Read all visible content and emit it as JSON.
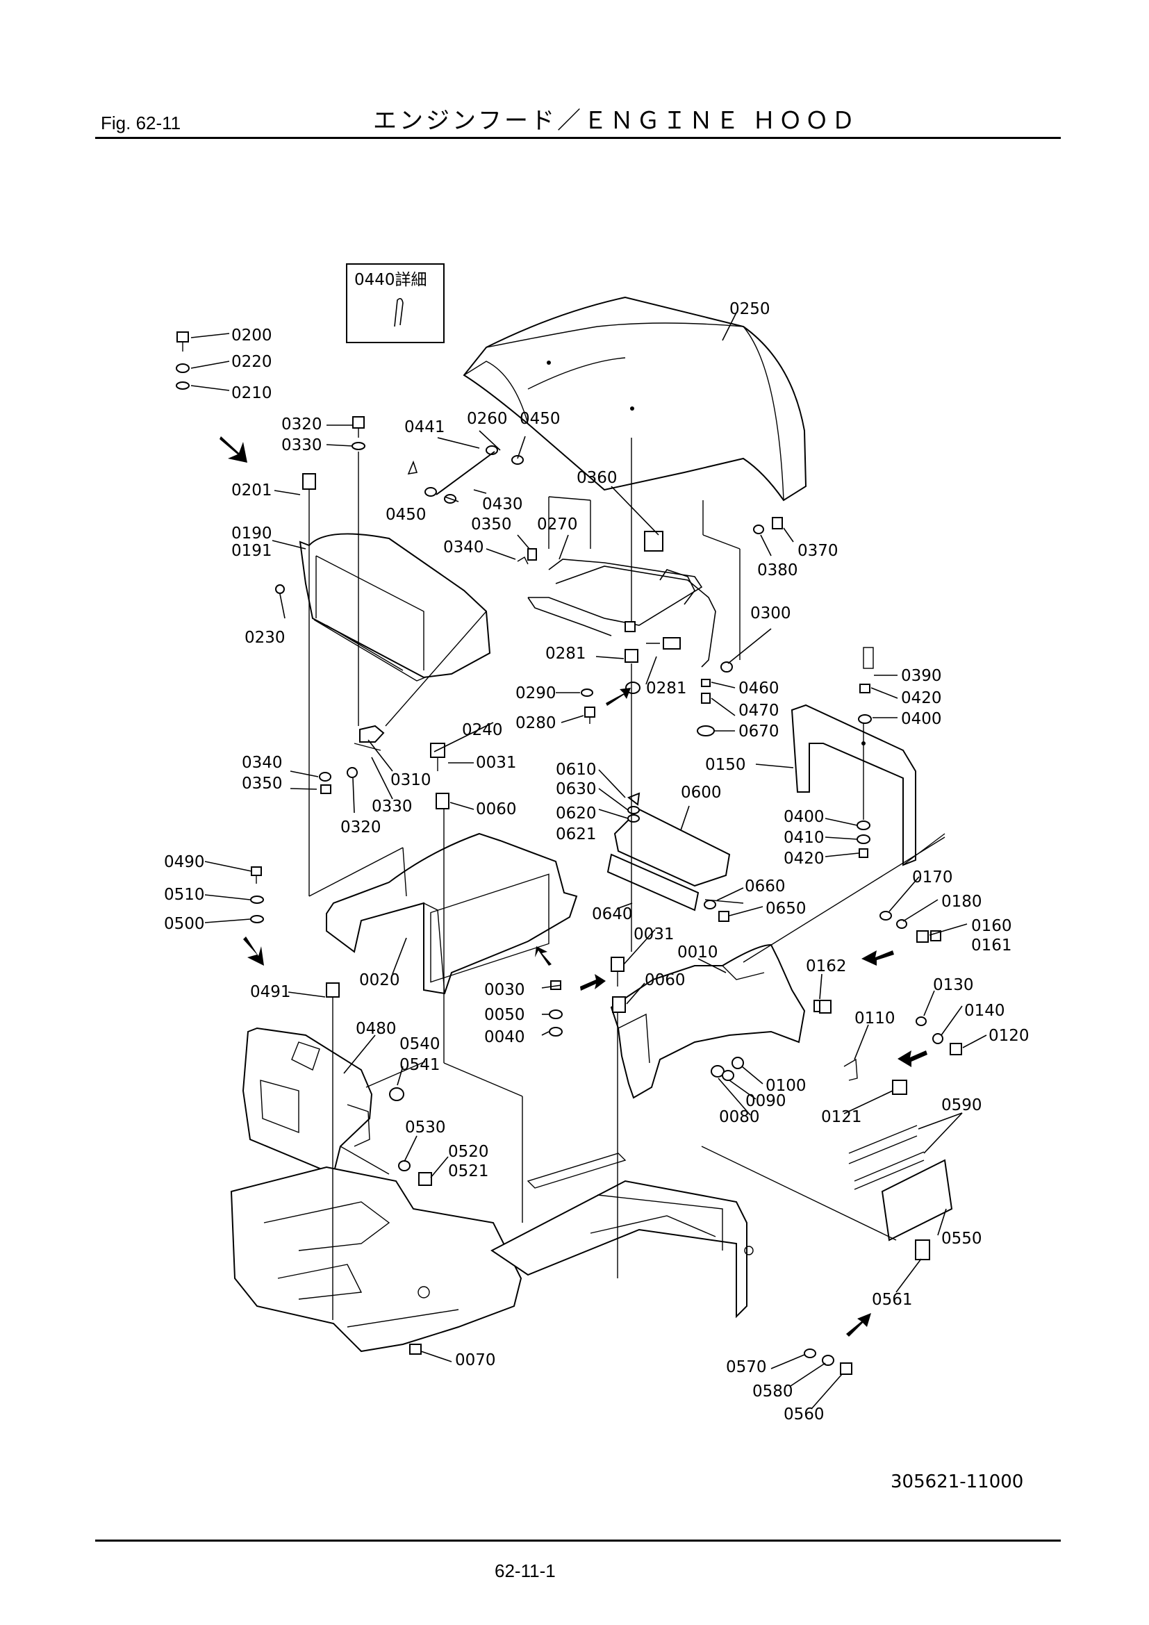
{
  "header": {
    "fig_label": "Fig.  62-11",
    "title": "エンジンフード／ＥＮＧＩＮＥ ＨＯＯＤ"
  },
  "detail_box": {
    "label": "0440詳細"
  },
  "parts": [
    {
      "id": "p0200",
      "text": "0200"
    },
    {
      "id": "p0220",
      "text": "0220"
    },
    {
      "id": "p0210",
      "text": "0210"
    },
    {
      "id": "p0320a",
      "text": "0320"
    },
    {
      "id": "p0330a",
      "text": "0330"
    },
    {
      "id": "p0201",
      "text": "0201"
    },
    {
      "id": "p0190",
      "text": "0190"
    },
    {
      "id": "p0191",
      "text": "0191"
    },
    {
      "id": "p0230",
      "text": "0230"
    },
    {
      "id": "p0441",
      "text": "0441"
    },
    {
      "id": "p0260",
      "text": "0260"
    },
    {
      "id": "p0450a",
      "text": "0450"
    },
    {
      "id": "p0450b",
      "text": "0450"
    },
    {
      "id": "p0430",
      "text": "0430"
    },
    {
      "id": "p0360",
      "text": "0360"
    },
    {
      "id": "p0350a",
      "text": "0350"
    },
    {
      "id": "p0270",
      "text": "0270"
    },
    {
      "id": "p0340a",
      "text": "0340"
    },
    {
      "id": "p0250",
      "text": "0250"
    },
    {
      "id": "p0370",
      "text": "0370"
    },
    {
      "id": "p0380",
      "text": "0380"
    },
    {
      "id": "p0300",
      "text": "0300"
    },
    {
      "id": "p0281a",
      "text": "0281"
    },
    {
      "id": "p0281b",
      "text": "0281"
    },
    {
      "id": "p0290",
      "text": "0290"
    },
    {
      "id": "p0280",
      "text": "0280"
    },
    {
      "id": "p0460",
      "text": "0460"
    },
    {
      "id": "p0470",
      "text": "0470"
    },
    {
      "id": "p0670",
      "text": "0670"
    },
    {
      "id": "p0390",
      "text": "0390"
    },
    {
      "id": "p0420a",
      "text": "0420"
    },
    {
      "id": "p0400a",
      "text": "0400"
    },
    {
      "id": "p0240",
      "text": "0240"
    },
    {
      "id": "p0340b",
      "text": "0340"
    },
    {
      "id": "p0350b",
      "text": "0350"
    },
    {
      "id": "p0310",
      "text": "0310"
    },
    {
      "id": "p0330b",
      "text": "0330"
    },
    {
      "id": "p0320b",
      "text": "0320"
    },
    {
      "id": "p0031a",
      "text": "0031"
    },
    {
      "id": "p0060a",
      "text": "0060"
    },
    {
      "id": "p0610",
      "text": "0610"
    },
    {
      "id": "p0630",
      "text": "0630"
    },
    {
      "id": "p0620",
      "text": "0620"
    },
    {
      "id": "p0621",
      "text": "0621"
    },
    {
      "id": "p0600",
      "text": "0600"
    },
    {
      "id": "p0150",
      "text": "0150"
    },
    {
      "id": "p0400b",
      "text": "0400"
    },
    {
      "id": "p0410",
      "text": "0410"
    },
    {
      "id": "p0420b",
      "text": "0420"
    },
    {
      "id": "p0490",
      "text": "0490"
    },
    {
      "id": "p0510",
      "text": "0510"
    },
    {
      "id": "p0500",
      "text": "0500"
    },
    {
      "id": "p0660",
      "text": "0660"
    },
    {
      "id": "p0650",
      "text": "0650"
    },
    {
      "id": "p0640",
      "text": "0640"
    },
    {
      "id": "p0170",
      "text": "0170"
    },
    {
      "id": "p0180",
      "text": "0180"
    },
    {
      "id": "p0160",
      "text": "0160"
    },
    {
      "id": "p0161",
      "text": "0161"
    },
    {
      "id": "p0031b",
      "text": "0031"
    },
    {
      "id": "p0010",
      "text": "0010"
    },
    {
      "id": "p0020",
      "text": "0020"
    },
    {
      "id": "p0491",
      "text": "0491"
    },
    {
      "id": "p0030",
      "text": "0030"
    },
    {
      "id": "p0060b",
      "text": "0060"
    },
    {
      "id": "p0162",
      "text": "0162"
    },
    {
      "id": "p0050",
      "text": "0050"
    },
    {
      "id": "p0040",
      "text": "0040"
    },
    {
      "id": "p0130",
      "text": "0130"
    },
    {
      "id": "p0140",
      "text": "0140"
    },
    {
      "id": "p0120",
      "text": "0120"
    },
    {
      "id": "p0110",
      "text": "0110"
    },
    {
      "id": "p0480",
      "text": "0480"
    },
    {
      "id": "p0540",
      "text": "0540"
    },
    {
      "id": "p0541",
      "text": "0541"
    },
    {
      "id": "p0100",
      "text": "0100"
    },
    {
      "id": "p0090",
      "text": "0090"
    },
    {
      "id": "p0080",
      "text": "0080"
    },
    {
      "id": "p0121",
      "text": "0121"
    },
    {
      "id": "p0590",
      "text": "0590"
    },
    {
      "id": "p0530",
      "text": "0530"
    },
    {
      "id": "p0520",
      "text": "0520"
    },
    {
      "id": "p0521",
      "text": "0521"
    },
    {
      "id": "p0550",
      "text": "0550"
    },
    {
      "id": "p0561",
      "text": "0561"
    },
    {
      "id": "p0070",
      "text": "0070"
    },
    {
      "id": "p0570",
      "text": "0570"
    },
    {
      "id": "p0580",
      "text": "0580"
    },
    {
      "id": "p0560",
      "text": "0560"
    }
  ],
  "footer": {
    "doc_number": "305621-11000",
    "page_number": "62-11-1"
  }
}
